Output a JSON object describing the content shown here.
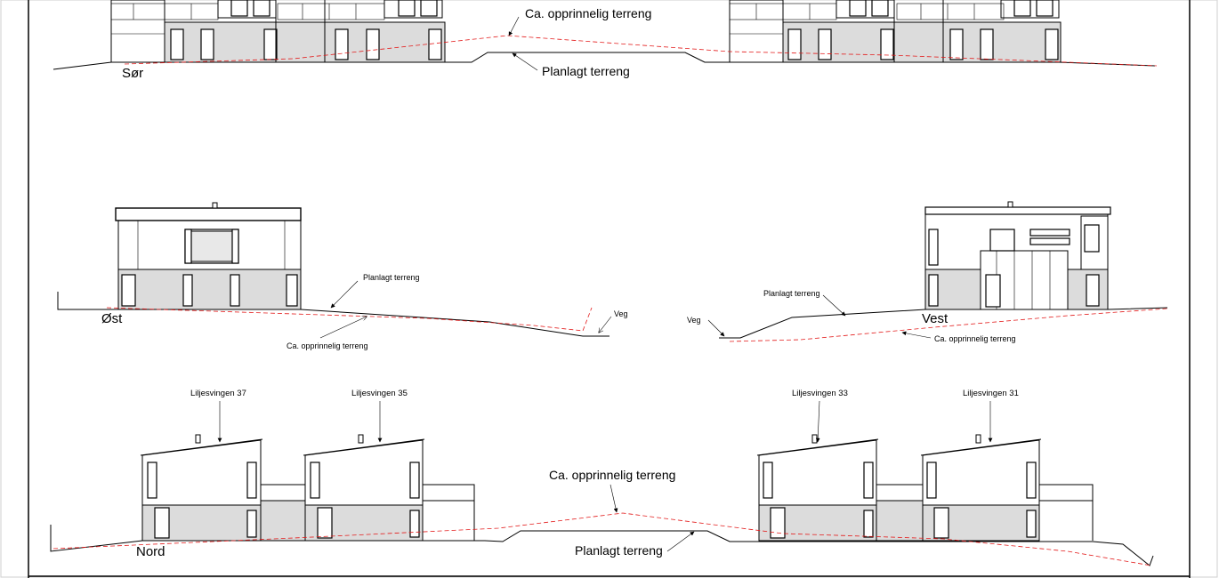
{
  "colors": {
    "original_terrain": "#e31b1b",
    "base_cladding": "#dcdcdc",
    "line": "#000000"
  },
  "south": {
    "label": "Sør",
    "original_terrain": "Ca. opprinnelig terreng",
    "planned_terrain": "Planlagt terreng"
  },
  "east": {
    "label": "Øst",
    "planned_terrain": "Planlagt terreng",
    "original_terrain": "Ca. opprinnelig terreng",
    "road": "Veg"
  },
  "west": {
    "label": "Vest",
    "planned_terrain": "Planlagt terreng",
    "original_terrain": "Ca. opprinnelig terreng",
    "road": "Veg"
  },
  "north": {
    "label": "Nord",
    "original_terrain": "Ca. opprinnelig terreng",
    "planned_terrain": "Planlagt terreng",
    "houses": [
      "Liljesvingen 37",
      "Liljesvingen 35",
      "Liljesvingen 33",
      "Liljesvingen 31"
    ]
  }
}
